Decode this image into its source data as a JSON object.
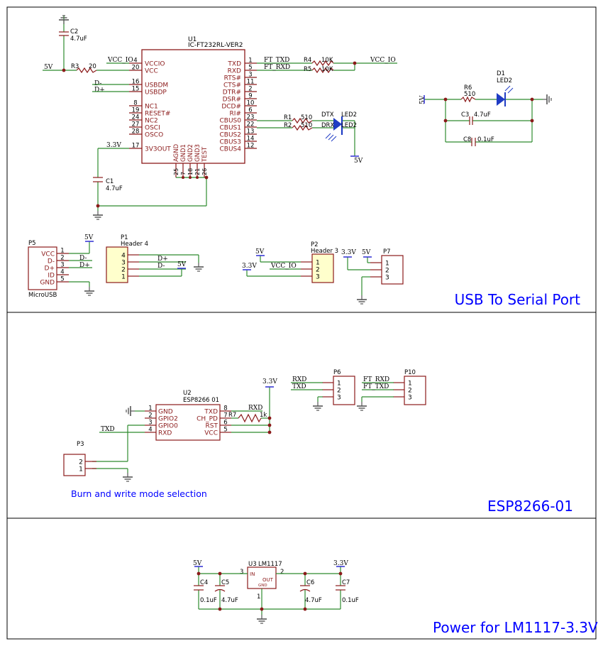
{
  "colors": {
    "wire": "#2e8b2e",
    "part": "#8b1a1a",
    "body": "#ffffff",
    "header_fill": "#ffffcc",
    "label": "#0000ff",
    "frame": "#000000",
    "ground": "#555555",
    "led": "#1f3cc4"
  },
  "sections": {
    "usb_title": "USB To Serial Port",
    "esp_title": "ESP8266-01",
    "power_title": "Power for LM1117-3.3V",
    "burn_note": "Burn and write mode selection"
  },
  "u1": {
    "ref": "U1",
    "part": "IC-FT232RL-VER2",
    "left_pins": [
      {
        "num": "4",
        "name": "VCCIO"
      },
      {
        "num": "20",
        "name": "VCC"
      },
      {
        "num": "16",
        "name": "USBDM"
      },
      {
        "num": "15",
        "name": "USBDP"
      },
      {
        "num": "8",
        "name": "NC1"
      },
      {
        "num": "19",
        "name": "RESET#"
      },
      {
        "num": "24",
        "name": "NC2"
      },
      {
        "num": "27",
        "name": "OSCI"
      },
      {
        "num": "28",
        "name": "OSCO"
      },
      {
        "num": "17",
        "name": "3V3OUT"
      }
    ],
    "right_pins": [
      {
        "num": "1",
        "name": "TXD"
      },
      {
        "num": "5",
        "name": "RXD"
      },
      {
        "num": "3",
        "name": "RTS#"
      },
      {
        "num": "11",
        "name": "CTS#"
      },
      {
        "num": "2",
        "name": "DTR#"
      },
      {
        "num": "9",
        "name": "DSR#"
      },
      {
        "num": "10",
        "name": "DCD#"
      },
      {
        "num": "6",
        "name": "RI#"
      },
      {
        "num": "23",
        "name": "CBUS0"
      },
      {
        "num": "22",
        "name": "CBUS1"
      },
      {
        "num": "13",
        "name": "CBUS2"
      },
      {
        "num": "14",
        "name": "CBUS3"
      },
      {
        "num": "12",
        "name": "CBUS4"
      }
    ],
    "bottom_pins": [
      {
        "num": "25",
        "name": "AGND"
      },
      {
        "num": "7",
        "name": "GND1"
      },
      {
        "num": "18",
        "name": "GND2"
      },
      {
        "num": "21",
        "name": "GND3"
      },
      {
        "num": "26",
        "name": "TEST"
      }
    ]
  },
  "u2": {
    "ref": "U2",
    "part": "ESP8266 01",
    "left_pins": [
      {
        "num": "1",
        "name": "GND"
      },
      {
        "num": "2",
        "name": "GPIO2"
      },
      {
        "num": "3",
        "name": "GPIO0"
      },
      {
        "num": "4",
        "name": "RXD"
      }
    ],
    "right_pins": [
      {
        "num": "8",
        "name": "TXD"
      },
      {
        "num": "7",
        "name": "CH_PD"
      },
      {
        "num": "6",
        "name": "RST"
      },
      {
        "num": "5",
        "name": "VCC"
      }
    ]
  },
  "u3": {
    "ref": "U3",
    "part": "LM1117",
    "pin_in": "IN",
    "pin_out": "OUT",
    "pin_gnd": "GND",
    "pin_in_num": "3",
    "pin_out_num": "2",
    "pin_gnd_num": "1"
  },
  "p5": {
    "ref": "P5",
    "part": "MicroUSB",
    "pins": [
      {
        "num": "1",
        "name": "VCC"
      },
      {
        "num": "2",
        "name": "D-"
      },
      {
        "num": "3",
        "name": "D+"
      },
      {
        "num": "4",
        "name": "ID"
      },
      {
        "num": "5",
        "name": "GND"
      }
    ]
  },
  "p1": {
    "ref": "P1",
    "part": "Header 4",
    "pins": [
      "4",
      "3",
      "2",
      "1"
    ]
  },
  "p2": {
    "ref": "P2",
    "part": "Header 3",
    "pins": [
      "1",
      "2",
      "3"
    ]
  },
  "p7": {
    "ref": "P7",
    "pins": [
      "1",
      "2",
      "3"
    ]
  },
  "p6": {
    "ref": "P6",
    "pins": [
      "1",
      "2",
      "3"
    ]
  },
  "p10": {
    "ref": "P10",
    "pins": [
      "1",
      "2",
      "3"
    ]
  },
  "p3": {
    "ref": "P3",
    "pins": [
      "2",
      "1"
    ]
  },
  "components": {
    "c1": {
      "ref": "C1",
      "value": "4.7uF"
    },
    "c2": {
      "ref": "C2",
      "value": "4.7uF"
    },
    "c3": {
      "ref": "C3",
      "value": "4.7uF"
    },
    "c8": {
      "ref": "C8",
      "value": "0.1uF"
    },
    "c4": {
      "ref": "C4",
      "value": "0.1uF"
    },
    "c5": {
      "ref": "C5",
      "value": "4.7uF"
    },
    "c6": {
      "ref": "C6",
      "value": "4.7uF"
    },
    "c7": {
      "ref": "C7",
      "value": "0.1uF"
    },
    "r1": {
      "ref": "R1",
      "value": "510"
    },
    "r2": {
      "ref": "R2",
      "value": "510"
    },
    "r3": {
      "ref": "R3",
      "value": "20"
    },
    "r4": {
      "ref": "R4",
      "value": "10K"
    },
    "r5": {
      "ref": "R5",
      "value": "10K"
    },
    "r6": {
      "ref": "R6",
      "value": "510"
    },
    "r7": {
      "ref": "R7",
      "value": "1k"
    },
    "d1": {
      "ref": "D1",
      "value": "LED2"
    },
    "dtx": {
      "ref": "DTX",
      "value": "LED2"
    },
    "drx": {
      "ref": "DRX",
      "value": "LED2"
    }
  },
  "nets": {
    "v5": "5V",
    "v33": "3.3V",
    "v33b": "3.3V",
    "vccio": "VCC_IO",
    "ft_txd": "FT_TXD",
    "ft_rxd": "FT_RXD",
    "dminus": "D-",
    "dplus": "D+",
    "txd": "TXD",
    "rxd": "RXD"
  }
}
